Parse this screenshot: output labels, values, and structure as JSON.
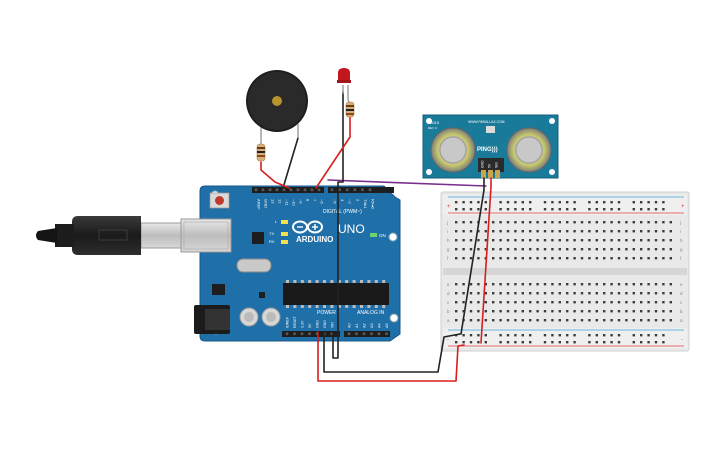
{
  "arduino": {
    "brand": "ARDUINO",
    "model": "UNO",
    "on_label": "ON",
    "tx_label": "TX",
    "rx_label": "RX",
    "l_label": "L",
    "digital_label": "DIGITAL (PWM~)",
    "power_label": "POWER",
    "analog_label": "ANALOG IN",
    "top_pins": [
      "AREF",
      "GND",
      "13",
      "12",
      "~11",
      "~10",
      "~9",
      "8",
      "7",
      "~6",
      "~5",
      "4",
      "~3",
      "2",
      "TX▸1",
      "RX◂0"
    ],
    "power_pins": [
      "IOREF",
      "RESET",
      "3.3V",
      "5V",
      "GND",
      "GND",
      "VIN"
    ],
    "analog_pins": [
      "A0",
      "A1",
      "A2",
      "A3",
      "A4",
      "A5"
    ]
  },
  "sensor": {
    "model": "28015",
    "rev": "REV C",
    "url": "WWW.PARALLAX.COM",
    "name": "PING)))",
    "pins": [
      "GND",
      "5V",
      "SIG"
    ]
  },
  "breadboard": {
    "rail_plus": "+",
    "rail_minus": "-",
    "rows_top": [
      "j",
      "i",
      "h",
      "g",
      "f"
    ],
    "rows_bottom": [
      "e",
      "d",
      "c",
      "b",
      "a"
    ],
    "columns": 30
  },
  "colors": {
    "board": "#1f6fa8",
    "wire_red": "#d81e1e",
    "wire_black": "#222222",
    "wire_purple": "#7a2f8f",
    "led_red": "#c0181e",
    "sensor_board": "#1a7a9a"
  },
  "components": {
    "buzzer": "buzzer-icon",
    "led": "led-icon",
    "resistor": "resistor-icon",
    "usb": "usb-cable-icon"
  }
}
